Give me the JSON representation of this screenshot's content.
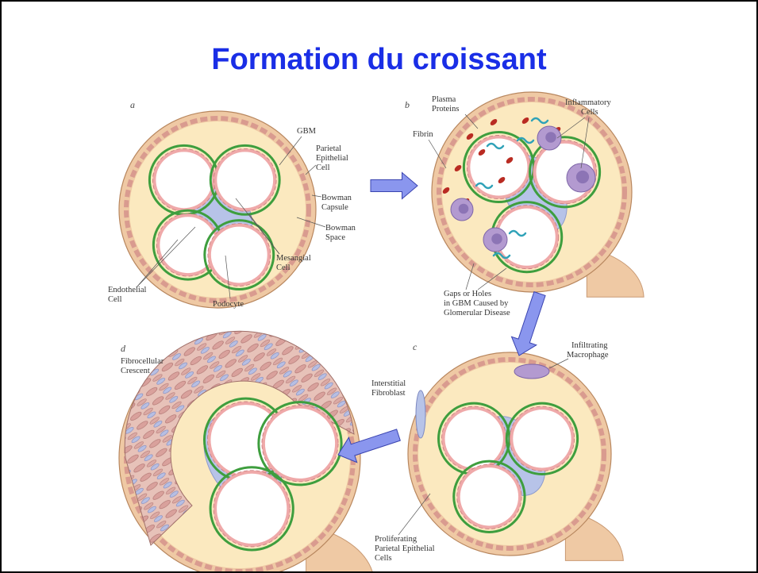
{
  "slide": {
    "title": "Formation du croissant",
    "colors": {
      "title": "#1a2ee6",
      "arrow_fill": "#8a96ee",
      "arrow_stroke": "#3a44b0",
      "capsule_outer": "#efc9a4",
      "bowman_space": "#fbe9bf",
      "gbm": "#3e9e3e",
      "mesangial": "#b7c3e8",
      "endothelial": "#efa9a9",
      "capillary_lumen": "#ffffff",
      "fibrin": "#2fa2b8",
      "red_cell": "#b92b22",
      "inflammatory_cell": "#b39ad0"
    },
    "panels": {
      "a": {
        "letter": "a",
        "labels": {
          "gbm": "GBM",
          "parietal": [
            "Parietal",
            "Epithelial",
            "Cell"
          ],
          "capsule": [
            "Bowman",
            "Capsule"
          ],
          "space": [
            "Bowman",
            "Space"
          ],
          "mesangial": [
            "Mesangial",
            "Cell"
          ],
          "endothelial": [
            "Endothelial",
            "Cell"
          ],
          "podocyte": "Podocyte"
        }
      },
      "b": {
        "letter": "b",
        "labels": {
          "plasma": [
            "Plasma",
            "Proteins"
          ],
          "fibrin": "Fibrin",
          "inflammatory": [
            "Inflammatory",
            "Cells"
          ],
          "gaps": [
            "Gaps or Holes",
            "in GBM Caused by",
            "Glomerular Disease"
          ]
        }
      },
      "c": {
        "letter": "c",
        "labels": {
          "macrophage": [
            "Infiltrating",
            "Macrophage"
          ],
          "fibroblast": [
            "Interstitial",
            "Fibroblast"
          ],
          "proliferating": [
            "Proliferating",
            "Parietal Epithelial",
            "Cells"
          ]
        }
      },
      "d": {
        "letter": "d",
        "labels": {
          "crescent": [
            "Fibrocellular",
            "Crescent"
          ]
        }
      }
    }
  }
}
